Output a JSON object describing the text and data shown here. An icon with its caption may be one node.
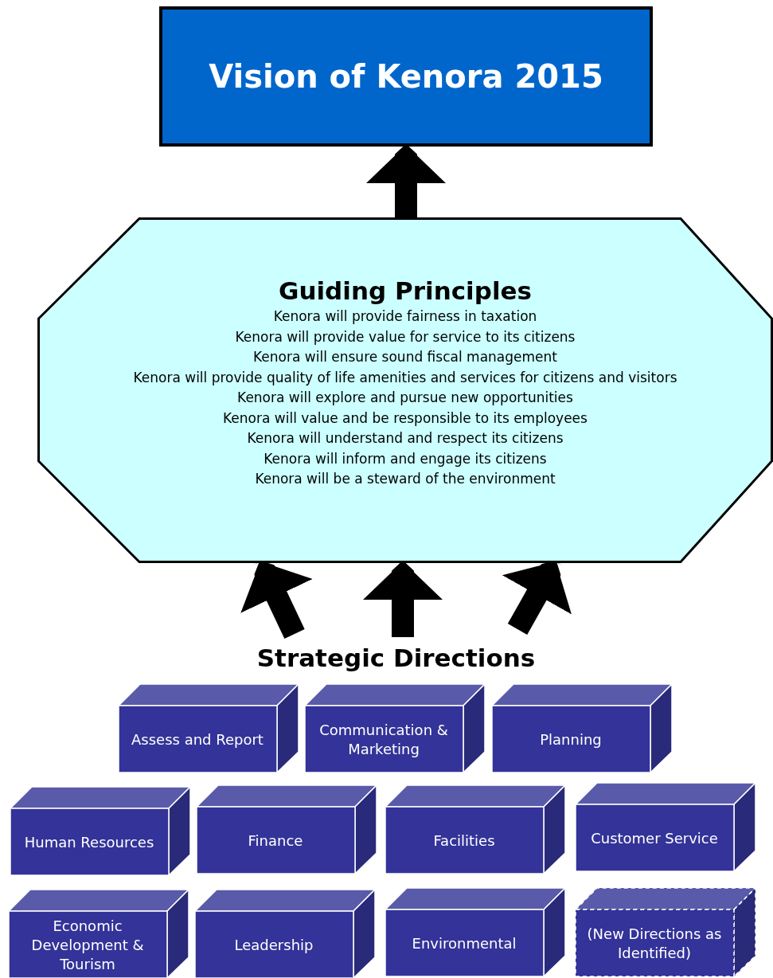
{
  "diagram": {
    "nodes": [
      {
        "text": [
          "Vision of Kenora 2015"
        ]
      },
      {
        "text": [
          "Guiding Principles",
          "Kenora will provide fairness in taxation",
          "Kenora will provide value for service to its citizens",
          "Kenora will ensure sound fiscal management",
          "Kenora will provide quality of life amenities and services for citizens and visitors",
          "Kenora will explore and pursue new opportunities",
          "Kenora will value and be responsible to its employees",
          "Kenora will understand and respect its citizens",
          "Kenora will inform and engage its citizens",
          "Kenora will be a steward of the environment"
        ]
      },
      {
        "text": [
          "Strategic Directions"
        ]
      },
      {
        "text": [
          "Assess and Report"
        ]
      },
      {
        "text": [
          "Communication & Marketing"
        ]
      },
      {
        "text": [
          "Planning"
        ]
      },
      {
        "text": [
          "Human Resources"
        ]
      },
      {
        "text": [
          "Finance"
        ]
      },
      {
        "text": [
          "Facilities"
        ]
      },
      {
        "text": [
          "Customer Service"
        ]
      },
      {
        "text": [
          "Economic Development & Tourism"
        ]
      },
      {
        "text": [
          "Leadership"
        ]
      },
      {
        "text": [
          "Environmental"
        ]
      },
      {
        "text": [
          "(New Directions as Identified)"
        ]
      }
    ],
    "edges": [
      {
        "from": 1,
        "to": 0,
        "arrow": "to"
      },
      {
        "from": 2,
        "to": 1,
        "arrow": "to"
      },
      {
        "from": 2,
        "to": 1,
        "arrow": "to"
      },
      {
        "from": 2,
        "to": 1,
        "arrow": "to"
      }
    ]
  }
}
